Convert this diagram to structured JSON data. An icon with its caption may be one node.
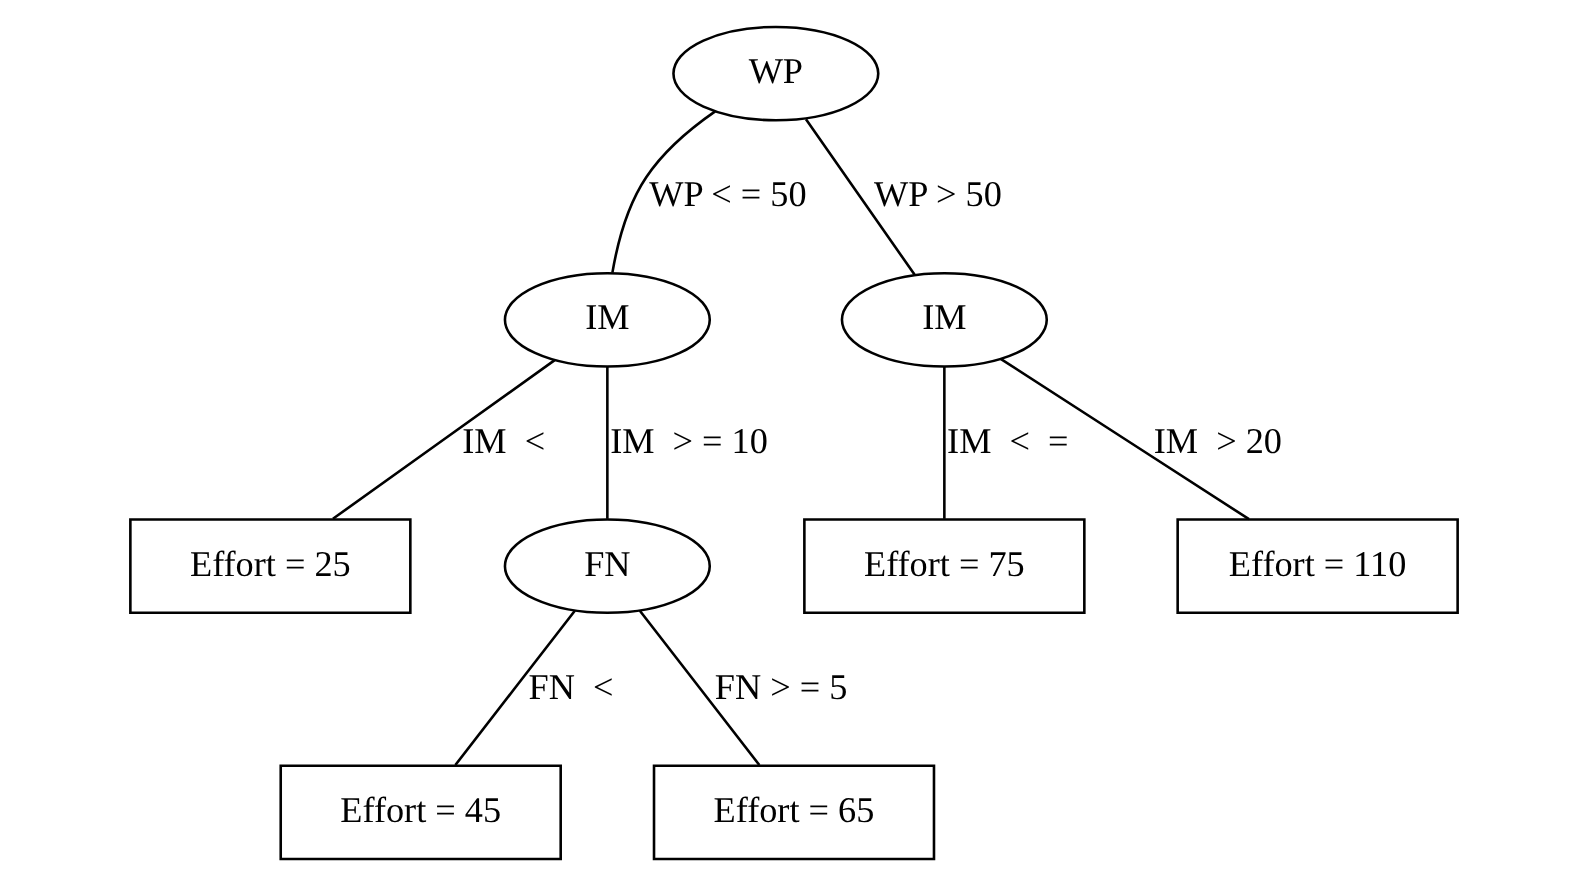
{
  "diagram": {
    "nodes": [
      {
        "text": [
          "WP"
        ]
      },
      {
        "text": [
          "IM"
        ]
      },
      {
        "text": [
          "IM"
        ]
      },
      {
        "text": [
          "Effort = 25"
        ]
      },
      {
        "text": [
          "FN"
        ]
      },
      {
        "text": [
          "Effort = 75"
        ]
      },
      {
        "text": [
          "Effort = 110"
        ]
      },
      {
        "text": [
          "Effort = 45"
        ]
      },
      {
        "text": [
          "Effort = 65"
        ]
      }
    ],
    "edges": [
      {
        "from": 0,
        "to": 1,
        "arrow": "none",
        "label": "WP < = 50"
      },
      {
        "from": 0,
        "to": 2,
        "arrow": "none",
        "label": "WP > 50"
      },
      {
        "from": 1,
        "to": 3,
        "arrow": "none",
        "label": "IM  <"
      },
      {
        "from": 1,
        "to": 4,
        "arrow": "none",
        "label": "IM  > = 10"
      },
      {
        "from": 2,
        "to": 5,
        "arrow": "none",
        "label": "IM  <  ="
      },
      {
        "from": 2,
        "to": 6,
        "arrow": "none",
        "label": "IM  > 20"
      },
      {
        "from": 4,
        "to": 7,
        "arrow": "none",
        "label": "FN  <"
      },
      {
        "from": 4,
        "to": 8,
        "arrow": "none",
        "label": "FN > = 5"
      }
    ]
  }
}
